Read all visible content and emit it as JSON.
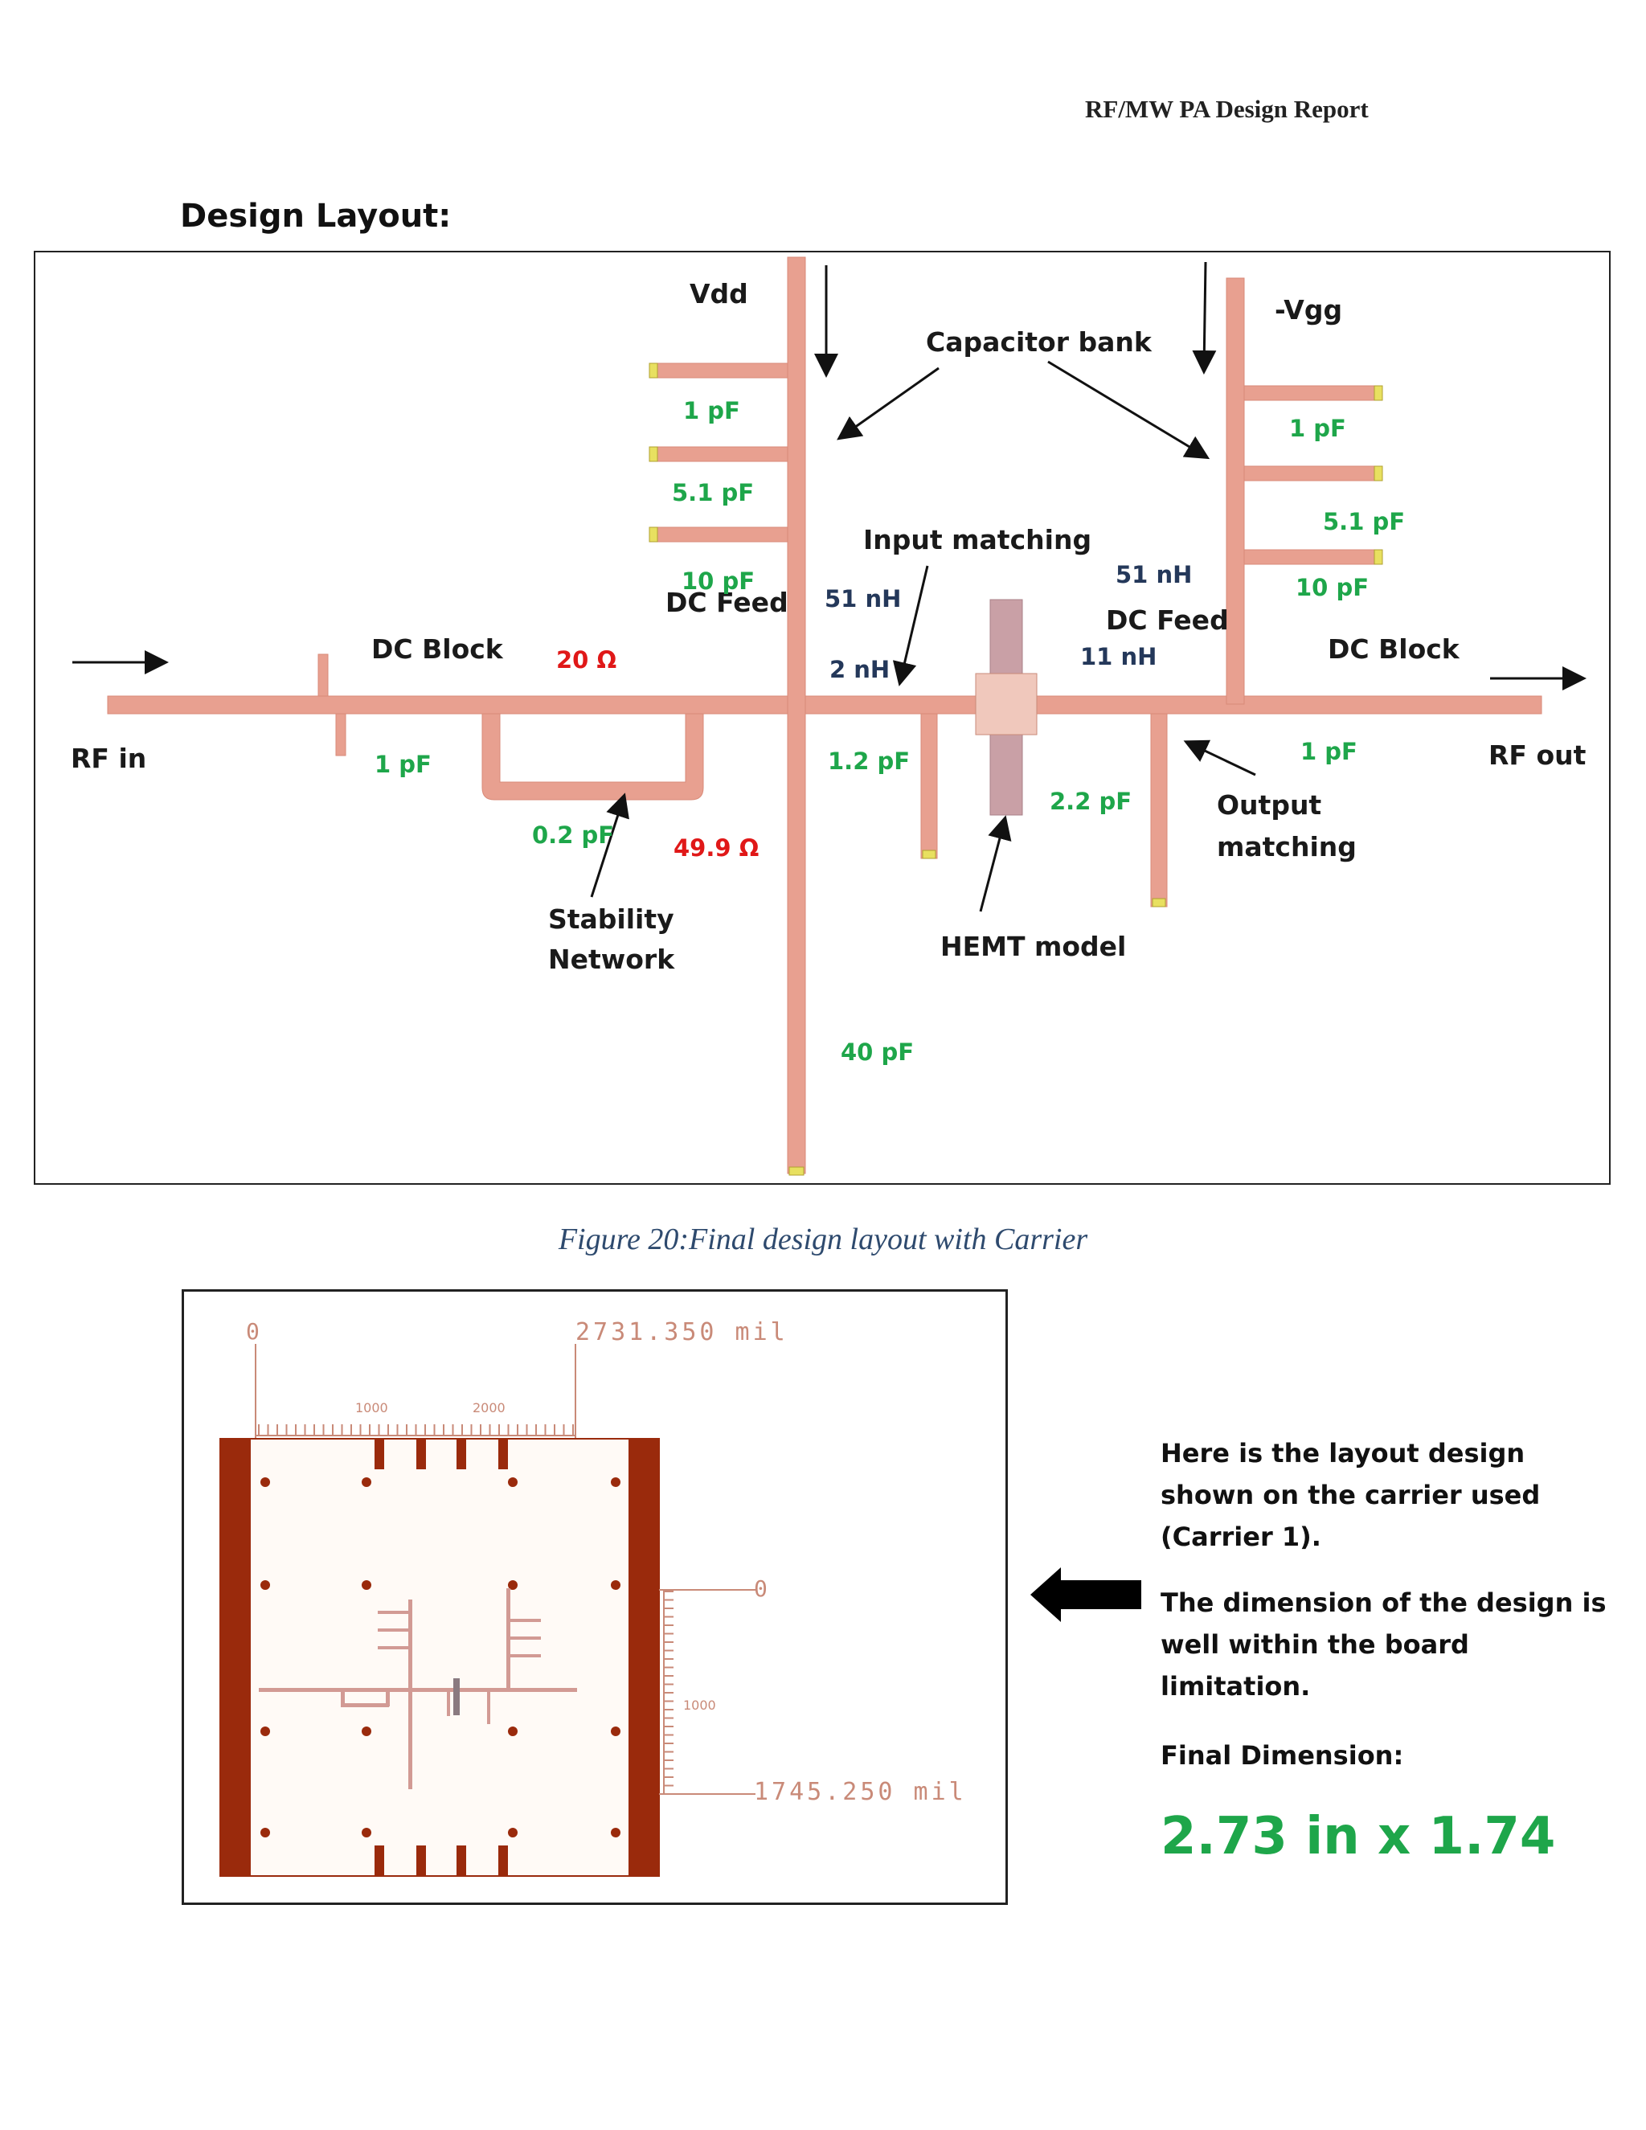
{
  "header": {
    "text": "RF/MW PA Design Report"
  },
  "section_title": "Design Layout:",
  "layout_labels": {
    "vdd": "Vdd",
    "vgg": "-Vgg",
    "capacitor_bank": "Capacitor bank",
    "input_matching": "Input matching",
    "dc_feed_left": "DC Feed",
    "dc_feed_right": "DC Feed",
    "dc_block_left": "DC Block",
    "dc_block_right": "DC Block",
    "rf_in": "RF in",
    "rf_out": "RF out",
    "stability_network_1": "Stability",
    "stability_network_2": "Network",
    "hemt_model": "HEMT model",
    "output_matching_1": "Output",
    "output_matching_2": "matching"
  },
  "component_values": {
    "cap_1pf_left": "1 pF",
    "cap_5p1pf_left": "5.1 pF",
    "cap_10pf_left": "10 pF",
    "cap_1pf_right": "1 pF",
    "cap_5p1pf_right": "5.1 pF",
    "cap_10pf_right": "10 pF",
    "ind_51nh_left": "51 nH",
    "ind_51nh_right": "51 nH",
    "ind_2nh": "2 nH",
    "ind_11nh": "11 nH",
    "res_20": "20 Ω",
    "res_49p9": "49.9 Ω",
    "cap_1pf_in": "1 pF",
    "cap_0p2pf": "0.2 pF",
    "cap_1p2pf": "1.2 pF",
    "cap_2p2pf": "2.2 pF",
    "cap_1pf_out": "1 pF",
    "cap_40pf": "40 pF"
  },
  "caption": "Figure 20:Final design layout with Carrier",
  "carrier": {
    "ruler_origin": "0",
    "width_readout": "2731.350 mil",
    "tick_1000": "1000",
    "tick_2000": "2000",
    "v_origin": "0",
    "v_tick_1000": "1000",
    "height_readout": "1745.250 mil"
  },
  "side": {
    "para1_line1": "Here is the layout design",
    "para1_line2": "shown on the carrier used",
    "para1_line3": "(Carrier 1).",
    "para2_line1": "The dimension of the design is",
    "para2_line2": "well within the board",
    "para2_line3": "limitation.",
    "final_label": "Final Dimension:",
    "final_value": "2.73 in x 1.74"
  },
  "colors": {
    "trace": "#e8a090",
    "carrier_bar": "#9a2a0c",
    "green": "#1ea64a",
    "red": "#e01818",
    "navy": "#24385a"
  }
}
